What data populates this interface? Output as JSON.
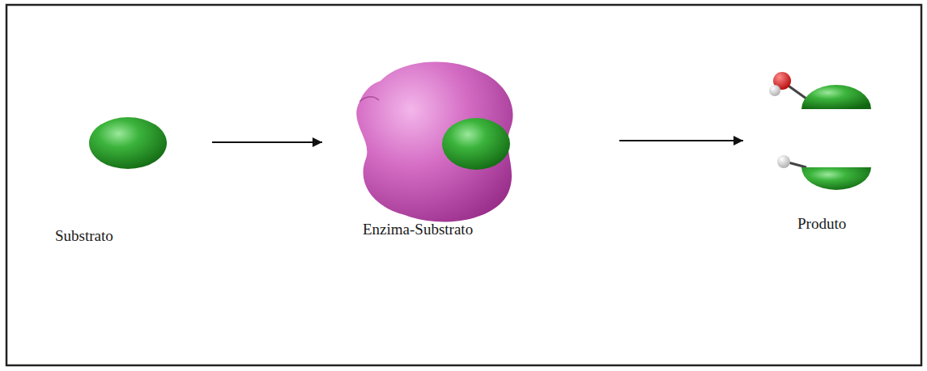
{
  "diagram": {
    "nodes": [
      {
        "text": [
          "Substrato"
        ]
      },
      {
        "text": [
          "Enzima-Substrato"
        ]
      },
      {
        "text": [
          "Produto"
        ]
      }
    ],
    "edges": [
      {
        "from": 0,
        "to": 1,
        "arrow": "to"
      },
      {
        "from": 1,
        "to": 2,
        "arrow": "to"
      }
    ]
  }
}
